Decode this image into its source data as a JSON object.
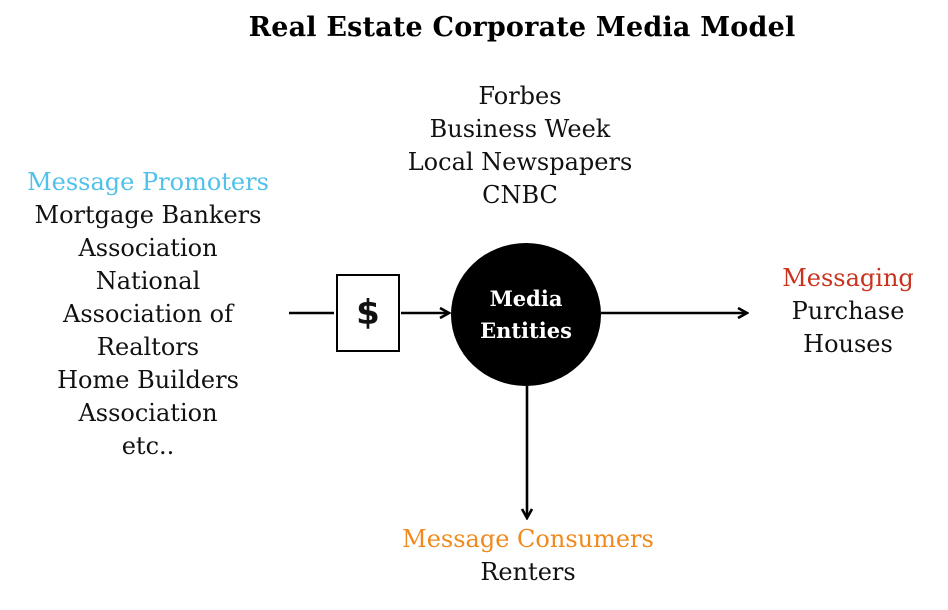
{
  "title": "Real Estate Corporate Media Model",
  "media_outlets": [
    "Forbes",
    "Business Week",
    "Local Newspapers",
    "CNBC"
  ],
  "promoters": {
    "heading": "Message Promoters",
    "lines": [
      "Mortgage Bankers",
      "Association",
      "National",
      "Association of",
      "Realtors",
      "Home Builders",
      "Association",
      "etc.."
    ]
  },
  "money_symbol": "$",
  "media_entities": [
    "Media",
    "Entities"
  ],
  "messaging": {
    "heading": "Messaging",
    "lines": [
      "Purchase",
      "Houses"
    ]
  },
  "consumers": {
    "heading": "Message Consumers",
    "lines": [
      "Renters"
    ]
  },
  "colors": {
    "promoters": "#4fc1ea",
    "messaging": "#c8321e",
    "consumers": "#f08a1e",
    "circle": "#000000"
  }
}
